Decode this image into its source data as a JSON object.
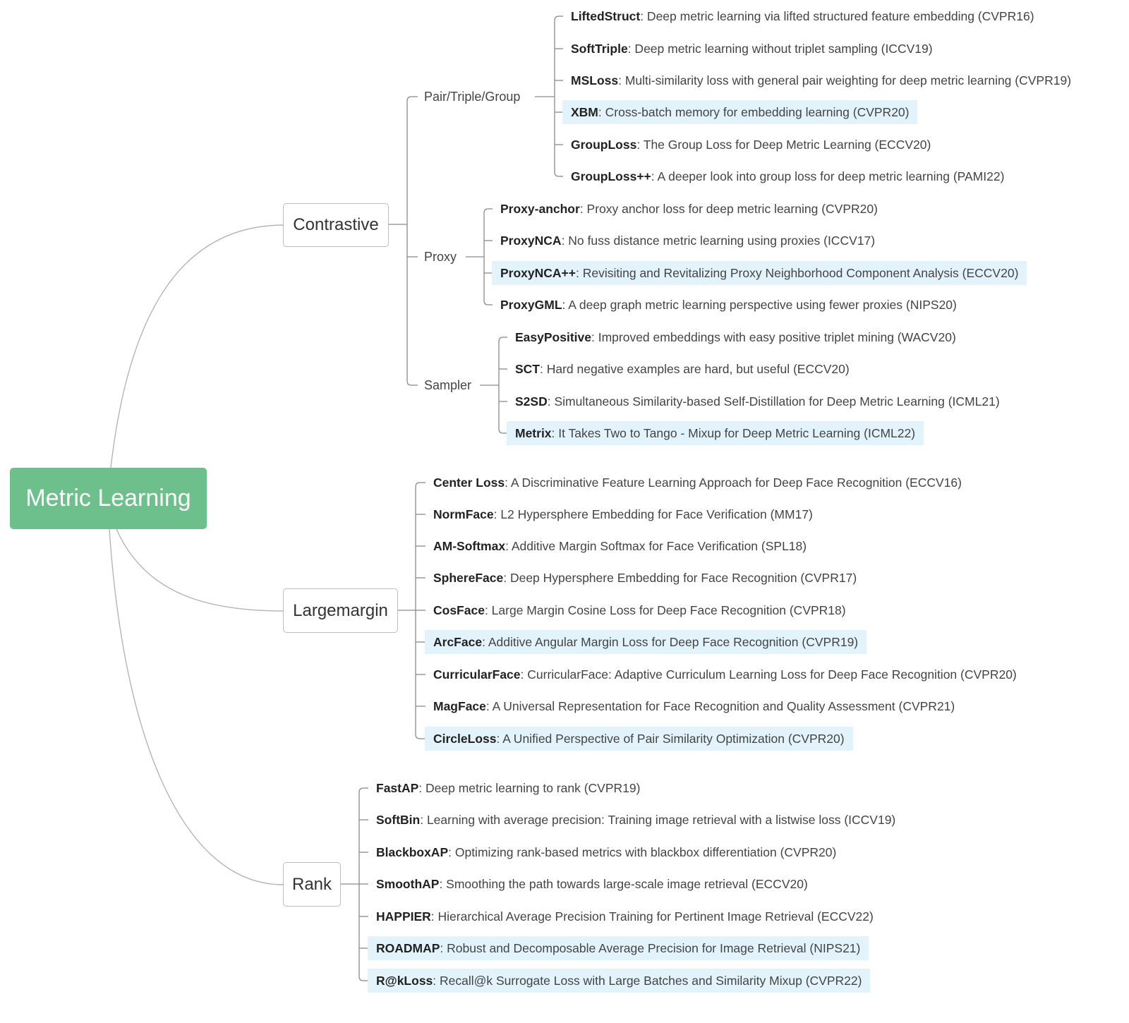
{
  "root": {
    "label": "Metric Learning"
  },
  "branches": [
    {
      "label": "Contrastive",
      "groups": [
        {
          "label": "Pair/Triple/Group",
          "items": [
            {
              "name": "LiftedStruct",
              "desc": ": Deep metric learning via lifted structured feature embedding (CVPR16)",
              "highlight": false
            },
            {
              "name": "SoftTriple",
              "desc": ": Deep metric learning without triplet sampling (ICCV19)",
              "highlight": false
            },
            {
              "name": "MSLoss",
              "desc": ": Multi-similarity loss with general pair weighting for deep metric learning (CVPR19)",
              "highlight": false
            },
            {
              "name": "XBM",
              "desc": ": Cross-batch memory for embedding learning (CVPR20)",
              "highlight": true
            },
            {
              "name": "GroupLoss",
              "desc": ": The Group Loss for Deep Metric Learning (ECCV20)",
              "highlight": false
            },
            {
              "name": "GroupLoss++",
              "desc": ": A deeper look into group loss for deep metric learning (PAMI22)",
              "highlight": false
            }
          ]
        },
        {
          "label": "Proxy",
          "items": [
            {
              "name": "Proxy-anchor",
              "desc": ": Proxy anchor loss for deep metric learning (CVPR20)",
              "highlight": false
            },
            {
              "name": "ProxyNCA",
              "desc": ": No fuss distance metric learning using proxies (ICCV17)",
              "highlight": false
            },
            {
              "name": "ProxyNCA++",
              "desc": ": Revisiting and Revitalizing Proxy Neighborhood Component Analysis (ECCV20)",
              "highlight": true
            },
            {
              "name": "ProxyGML",
              "desc": ": A deep graph metric learning perspective using fewer proxies (NIPS20)",
              "highlight": false
            }
          ]
        },
        {
          "label": "Sampler",
          "items": [
            {
              "name": "EasyPositive",
              "desc": ": Improved embeddings with easy positive triplet mining (WACV20)",
              "highlight": false
            },
            {
              "name": "SCT",
              "desc": ": Hard negative examples are hard, but useful (ECCV20)",
              "highlight": false
            },
            {
              "name": "S2SD",
              "desc": ": Simultaneous Similarity-based Self-Distillation for Deep Metric Learning (ICML21)",
              "highlight": false
            },
            {
              "name": "Metrix",
              "desc": ": It Takes Two to Tango - Mixup for Deep Metric Learning (ICML22)",
              "highlight": true
            }
          ]
        }
      ]
    },
    {
      "label": "Largemargin",
      "items": [
        {
          "name": "Center Loss",
          "desc": ": A Discriminative Feature Learning Approach for Deep Face Recognition (ECCV16)",
          "highlight": false
        },
        {
          "name": "NormFace",
          "desc": ": L2 Hypersphere Embedding for Face Verification (MM17)",
          "highlight": false
        },
        {
          "name": "AM-Softmax",
          "desc": ": Additive Margin Softmax for Face Verification (SPL18)",
          "highlight": false
        },
        {
          "name": "SphereFace",
          "desc": ": Deep Hypersphere Embedding for Face Recognition (CVPR17)",
          "highlight": false
        },
        {
          "name": "CosFace",
          "desc": ": Large Margin Cosine Loss for Deep Face Recognition (CVPR18)",
          "highlight": false
        },
        {
          "name": "ArcFace",
          "desc": ": Additive Angular Margin Loss for Deep Face Recognition (CVPR19)",
          "highlight": true
        },
        {
          "name": "CurricularFace",
          "desc": ": CurricularFace: Adaptive Curriculum Learning Loss for Deep Face Recognition (CVPR20)",
          "highlight": false
        },
        {
          "name": "MagFace",
          "desc": ": A Universal Representation for Face Recognition and Quality Assessment (CVPR21)",
          "highlight": false
        },
        {
          "name": "CircleLoss",
          "desc": ": A Unified Perspective of Pair Similarity Optimization (CVPR20)",
          "highlight": true
        }
      ]
    },
    {
      "label": "Rank",
      "items": [
        {
          "name": "FastAP",
          "desc": ": Deep metric learning to rank (CVPR19)",
          "highlight": false
        },
        {
          "name": "SoftBin",
          "desc": ": Learning with average precision: Training image retrieval with a listwise loss (ICCV19)",
          "highlight": false
        },
        {
          "name": "BlackboxAP",
          "desc": ": Optimizing rank-based metrics with blackbox differentiation (CVPR20)",
          "highlight": false
        },
        {
          "name": "SmoothAP",
          "desc": ": Smoothing the path towards large-scale image retrieval (ECCV20)",
          "highlight": false
        },
        {
          "name": "HAPPIER",
          "desc": ": Hierarchical Average Precision Training for Pertinent Image Retrieval (ECCV22)",
          "highlight": false
        },
        {
          "name": "ROADMAP",
          "desc": ": Robust and Decomposable Average Precision for Image Retrieval (NIPS21)",
          "highlight": true
        },
        {
          "name": "R@kLoss",
          "desc": ": Recall@k Surrogate Loss with Large Batches and Similarity Mixup (CVPR22)",
          "highlight": true
        }
      ]
    }
  ]
}
